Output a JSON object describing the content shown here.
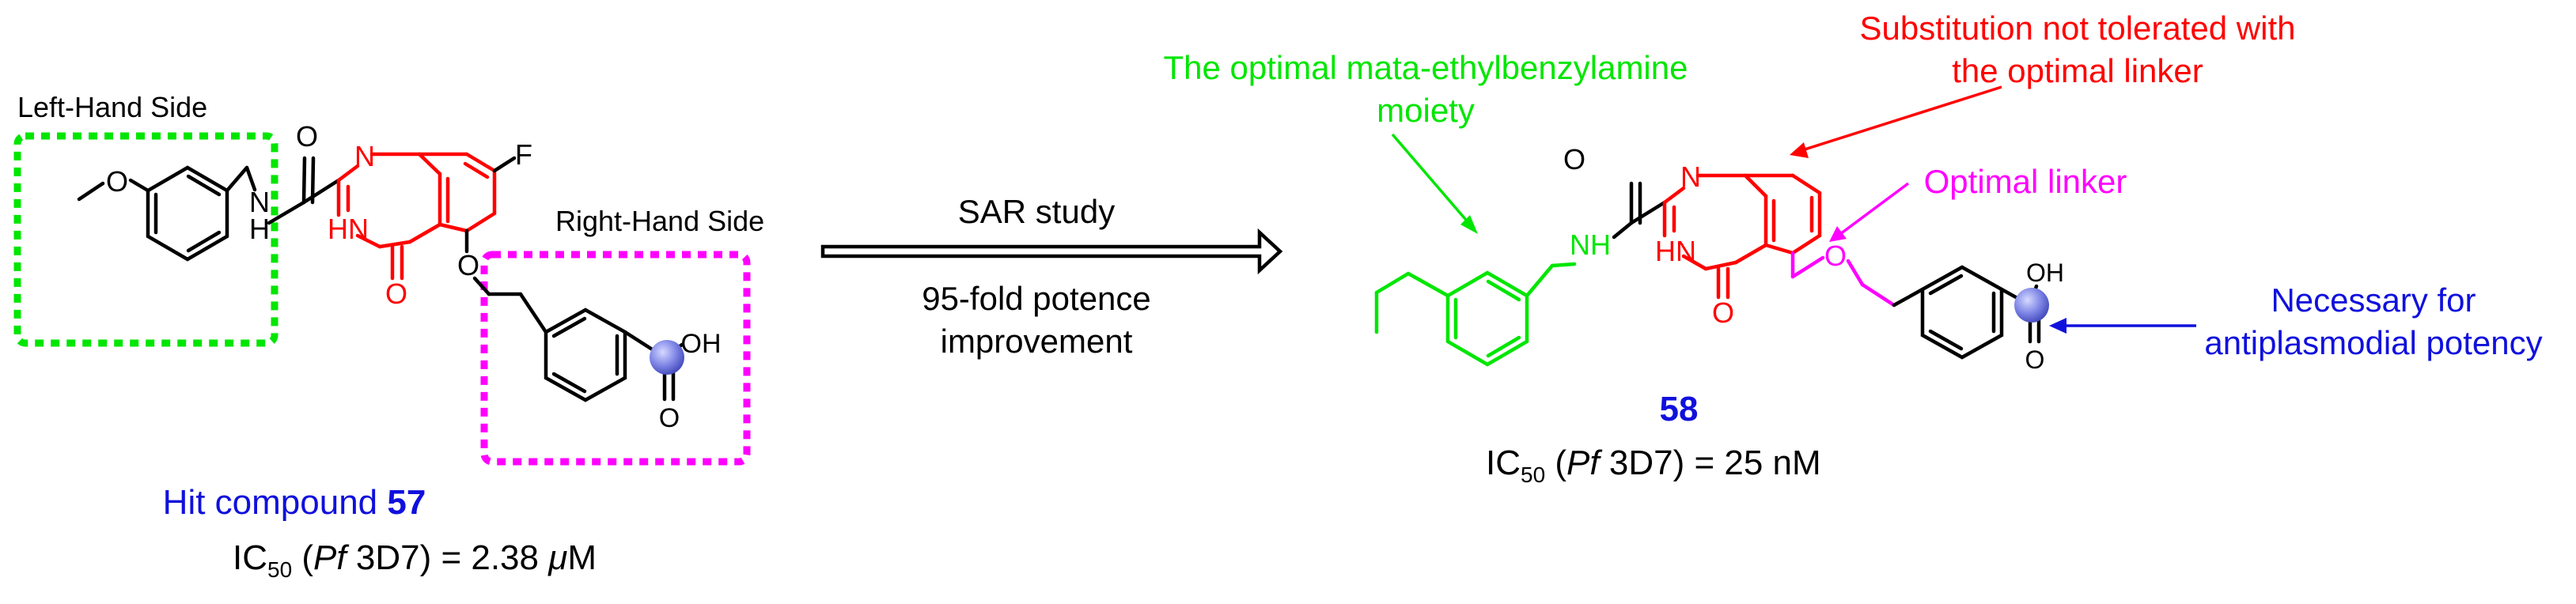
{
  "colors": {
    "black": "#000000",
    "scaffold_red": "#ff0000",
    "amine_green": "#00e600",
    "linker_magenta": "#ff00ff",
    "label_blue": "#1010dd",
    "carboxyl_sphere": "#7f86e6"
  },
  "left": {
    "lhs_label": "Left-Hand Side",
    "rhs_label": "Right-Hand Side",
    "hit_prefix": "Hit compound ",
    "hit_number": "57",
    "ic50_prefix": "IC",
    "ic50_sub": "50",
    "ic50_open": " (",
    "ic50_strain_italic": "Pf",
    "ic50_close": " 3D7) = 2.38 ",
    "ic50_unit_mu": "μ",
    "ic50_unit": "M",
    "atoms": {
      "O": "O",
      "N": "N",
      "H": "H",
      "NH": "NH",
      "HN": "HN",
      "F": "F",
      "OH": "OH"
    }
  },
  "middle": {
    "sar_label": "SAR study",
    "improvement_line1": "95-fold potence",
    "improvement_line2": "improvement"
  },
  "right": {
    "green_note_line1": "The optimal mata-ethylbenzylamine",
    "green_note_line2": "moiety",
    "red_note_line1": "Substitution not tolerated with",
    "red_note_line2": "the optimal linker",
    "magenta_note": "Optimal linker",
    "blue_note_line1": "Necessary for",
    "blue_note_line2": "antiplasmodial potency",
    "compound_number": "58",
    "ic50_prefix": "IC",
    "ic50_sub": "50",
    "ic50_open": " (",
    "ic50_strain_italic": "Pf",
    "ic50_close": " 3D7) = 25 nM",
    "atoms": {
      "O": "O",
      "N": "N",
      "NH": "NH",
      "HN": "HN",
      "OH": "OH"
    }
  }
}
